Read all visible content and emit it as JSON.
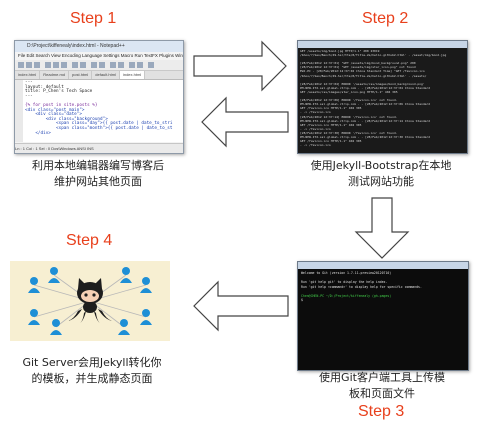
{
  "steps": {
    "step1": "Step 1",
    "step2": "Step 2",
    "step3": "Step 3",
    "step4": "Step 4"
  },
  "captions": {
    "step1": [
      "利用本地编辑器编写博客后",
      "维护网站其他页面"
    ],
    "step2": [
      "使用Jekyll-Bootstrap在本地",
      "测试网站功能"
    ],
    "step3": [
      "使用Git客户端工具上传模",
      "板和页面文件"
    ],
    "step4": [
      "Git Server会用Jekyll转化你",
      "的模板，并生成静态页面"
    ]
  },
  "editor": {
    "title": "D:\\Project\\kiffenealy\\index.html - Notepad++",
    "menu": "File  Edit  Search  View  Encoding  Language  Settings  Macro  Run  TextFX  Plugins  Window  ?",
    "tabs": [
      "index.html",
      "Readme.md",
      "post.html",
      "default.html",
      "index.html"
    ],
    "code": [
      "---",
      "layout: default",
      "title: P_Chen's Tech Space",
      "---",
      "",
      "{% for post in site.posts %}",
      "<div class=\"post_main\">",
      "    <div class=\"date\">",
      "        <div class=\"background\">",
      "            <span class=\"day\">{{ post.date | date_to_stri",
      "            <span class=\"month\">{{ post.date | date_to_st",
      "    </div>"
    ],
    "status": "Ln : 1    Col : 1    Sel : 0          Dos\\Windows          ANSI          INS"
  },
  "jekyll_console": [
    "GET /assets/img/bond.jpg HTTP/1.1\" 200 23019",
    "/bhoo/?/Seo/Bench/49-Ssr/tte/8/Title-2a/hello-github2.html' - /asset/img/bond.jpg",
    "",
    "[28/Feb/2012 12:37:01] \"GET /assets/img/bond_background.png\" 200",
    "[28/Feb/2012 12:37:01] \"GET /assets/img/star_icon.png\" not found",
    "EWJ-PC - [28/Feb/2012:12:37:02 China Standard Time] \"GET /favicon.ico",
    "/bhoo/?/Seo/Bench/49-Ssr/tte/8/Title-2a/hello-github2.html' - /assets/",
    "",
    "[28/Feb/2012 12:37:04] ERROR '/assets/css/images/bond_background.png'",
    "PM-NEW-IT2.ssl.global.ctrip.com - - [28/Feb/2012:12:37:04 China Standard",
    "GET /assets/css/images/star_icon.png HTTP/1.1\" 404 305",
    "",
    "[28/Feb/2012 12:37:06] ERROR '/favicon.ico' not found.",
    "PM-NEW-IT2.ssl.global.ctrip.com - - [28/Feb/2012:12:37:06 China Standard",
    "GET /favicon.ico HTTP/1.1\" 404 305",
    "- -> /favicon.ico",
    "[28/Feb/2012 12:37:14] ERROR '/favicon.ico' not found.",
    "PM-NEW-IT2.ssl.global.ctrip.com - - [28/Feb/2012:12:37:14 China Standard",
    "GET /favicon.ico HTTP/1.1\" 404 305",
    "- -> /favicon.ico",
    "[28/Feb/2012 12:37:30] ERROR '/favicon.ico' not found.",
    "PM-NEW-IT2.ssl.global.ctrip.com - - [28/Feb/2012:12:37:30 China Standard",
    "GET /favicon.ico HTTP/1.1\" 404 305",
    "- -> /favicon.ico"
  ],
  "git_console": {
    "line1": "Welcome to Git (version 1.7.11-preview20120710)",
    "line2": "",
    "line3": "Run 'git help git' to display the help index.",
    "line4": "Run 'git help <command>' to display help for specific commands.",
    "line5": "",
    "prompt": "Chen@CHEN-PC ~/D:/Project/kiffenealy (gh-pages)",
    "cursor": "$"
  },
  "colors": {
    "step_text": "#e8401c",
    "arrow_fill": "#ffffff",
    "arrow_stroke": "#444444",
    "octocat": "#1e1e1e",
    "people": "#1e8fd6"
  },
  "icons": [
    "octocat-icon",
    "user-icon",
    "arrow-right-icon",
    "arrow-left-icon",
    "arrow-down-icon"
  ]
}
